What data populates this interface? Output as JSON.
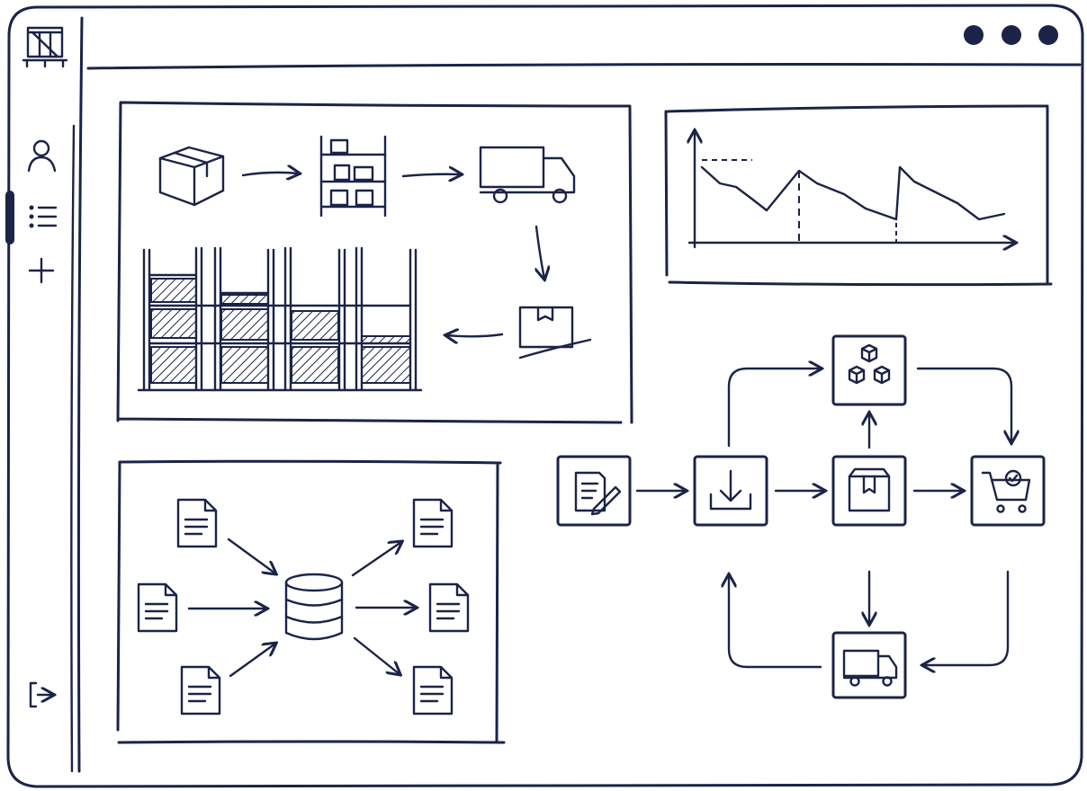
{
  "window": {
    "controls": [
      "dot",
      "dot",
      "dot"
    ]
  },
  "sidebar": {
    "logo": "warehouse-crate-icon",
    "items": [
      {
        "icon": "user-icon"
      },
      {
        "icon": "list-icon",
        "active": true
      },
      {
        "icon": "plus-icon"
      }
    ],
    "footer": {
      "icon": "logout-icon"
    }
  },
  "panels": {
    "warehouse_flow": {
      "icons": [
        "box-icon",
        "shelf-icon",
        "truck-icon",
        "delivery-box-icon",
        "storage-racks"
      ]
    },
    "trend_chart": {
      "type": "line",
      "markers": 2,
      "grid": false
    },
    "data_hub": {
      "inputs": 3,
      "outputs": 3,
      "center_icon": "database-icon"
    },
    "order_flow": {
      "steps": [
        "order-form-icon",
        "inbox-download-icon",
        "package-icon",
        "cart-check-icon"
      ],
      "branches": [
        "boxes-icon",
        "truck-icon"
      ]
    }
  },
  "colors": {
    "ink": "#1b2447",
    "background": "#ffffff"
  }
}
